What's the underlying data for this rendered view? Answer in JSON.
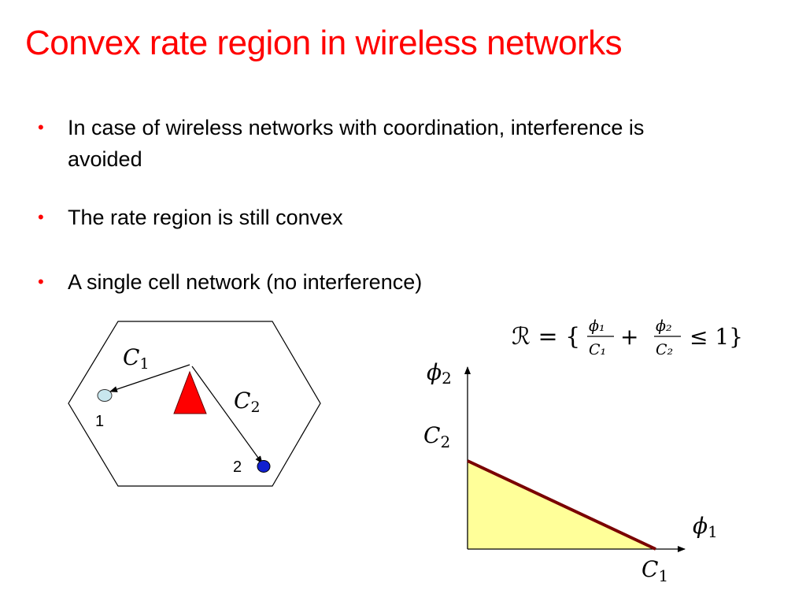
{
  "slide": {
    "title": "Convex rate region in wireless networks",
    "bullets": [
      "In case of wireless networks with coordination, interference is avoided",
      "The rate region is still convex",
      "A single cell network (no interference)"
    ]
  },
  "cell_diagram": {
    "link1_label": "C",
    "link1_sub": "1",
    "link2_label": "C",
    "link2_sub": "2",
    "user1_label": "1",
    "user2_label": "2",
    "colors": {
      "base_station": "#ff0000",
      "user1": "#c8e6ee",
      "user2": "#1020d0"
    }
  },
  "rate_region": {
    "formula_R": "ℛ = {",
    "formula_num1": "ϕ₁",
    "formula_den1": "C₁",
    "formula_plus": "+",
    "formula_num2": "ϕ₂",
    "formula_den2": "C₂",
    "formula_leq": "≤ 1}",
    "y_axis_label": "ϕ",
    "y_axis_sub": "2",
    "x_axis_label": "ϕ",
    "x_axis_sub": "1",
    "y_intercept_label": "C",
    "y_intercept_sub": "2",
    "x_intercept_label": "C",
    "x_intercept_sub": "1",
    "colors": {
      "region_fill": "#ffff99",
      "boundary": "#7a0000"
    }
  }
}
